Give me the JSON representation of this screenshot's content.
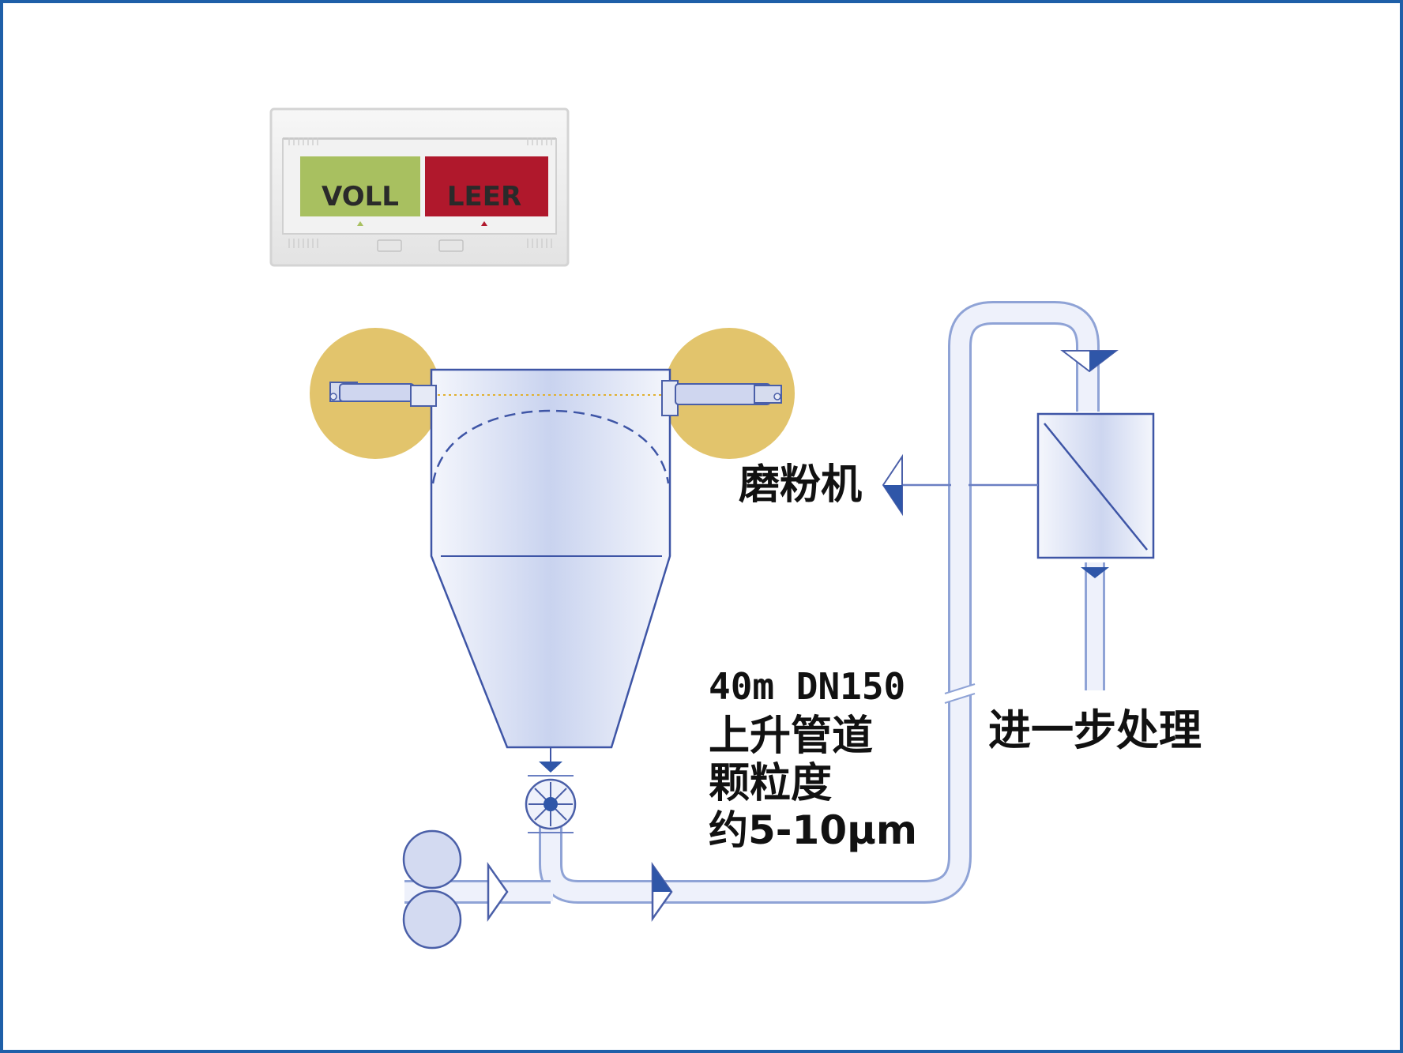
{
  "colors": {
    "frame": "#1f5fa8",
    "pipe_stroke": "#8fa3d6",
    "pipe_fill": "#eef1fb",
    "arrow_blue": "#2f56a8",
    "sensor_halo": "#e2c46c",
    "full_green": "#a8c060",
    "empty_red": "#b0182c"
  },
  "display": {
    "full_label": "VOLL",
    "empty_label": "LEER"
  },
  "labels": {
    "grinder": "磨粉机",
    "riser_1": "40m DN150",
    "riser_2": "上升管道",
    "riser_3": "颗粒度",
    "riser_4": "约5-10μm",
    "further_processing": "进一步处理"
  },
  "icons": [
    "level-display-box",
    "sensor-left-icon",
    "sensor-right-icon",
    "silo",
    "rotary-valve-icon",
    "blower-icon",
    "filter-separator",
    "flow-arrow-icon"
  ]
}
